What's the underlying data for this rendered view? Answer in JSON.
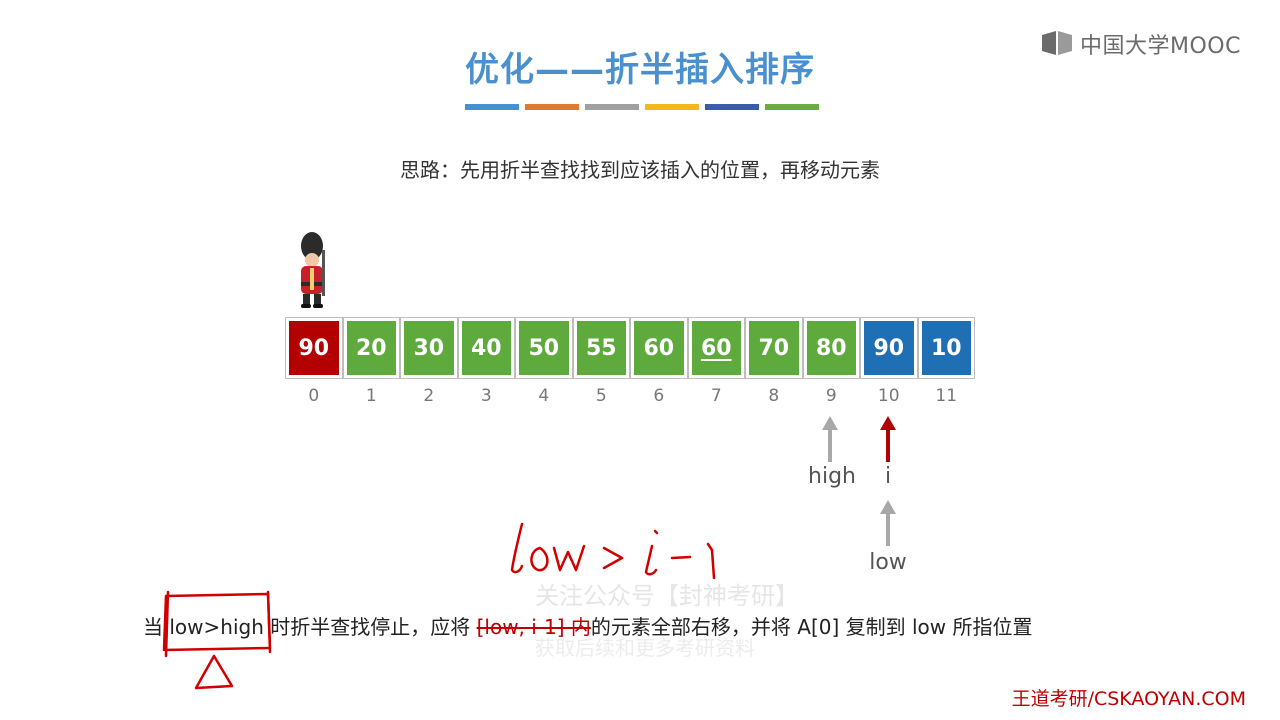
{
  "logo": {
    "text": "中国大学MOOC",
    "icon": "mooc-logo-icon"
  },
  "title": "优化——折半插入排序",
  "color_bars": [
    "#4a8fce",
    "#e07a2e",
    "#a0a0a0",
    "#f0b91e",
    "#3c5ba9",
    "#6aaa3e"
  ],
  "idea": "思路：先用折半查找找到应该插入的位置，再移动元素",
  "guard_icon": "royal-guard-icon",
  "array": [
    {
      "value": "90",
      "color": "#b30000"
    },
    {
      "value": "20",
      "color": "#5faa3c"
    },
    {
      "value": "30",
      "color": "#5faa3c"
    },
    {
      "value": "40",
      "color": "#5faa3c"
    },
    {
      "value": "50",
      "color": "#5faa3c"
    },
    {
      "value": "55",
      "color": "#5faa3c"
    },
    {
      "value": "60",
      "color": "#5faa3c"
    },
    {
      "value": "60",
      "color": "#5faa3c"
    },
    {
      "value": "70",
      "color": "#5faa3c"
    },
    {
      "value": "80",
      "color": "#5faa3c"
    },
    {
      "value": "90",
      "color": "#1f6fb5"
    },
    {
      "value": "10",
      "color": "#1f6fb5"
    }
  ],
  "indices": [
    "0",
    "1",
    "2",
    "3",
    "4",
    "5",
    "6",
    "7",
    "8",
    "9",
    "10",
    "11"
  ],
  "pointers": {
    "high": "high",
    "i": "i",
    "low": "low"
  },
  "colors": {
    "gray_arrow": "#a8a8a8",
    "red_arrow": "#b30000",
    "annotation": "#d00000"
  },
  "handwriting": {
    "note": "low > i-1"
  },
  "watermark": {
    "line1": "关注公众号【封神考研】",
    "line2": "获取后续和更多考研资料"
  },
  "sentence": {
    "p1": "当 ",
    "cond": "low>high",
    "p2": " 时折半查找停止，应将 ",
    "range": "[low, i-1] 内",
    "p3": "的元素全部右移，并将 A[0] 复制到 low 所指位置"
  },
  "footer": "王道考研/CSKAOYAN.COM"
}
